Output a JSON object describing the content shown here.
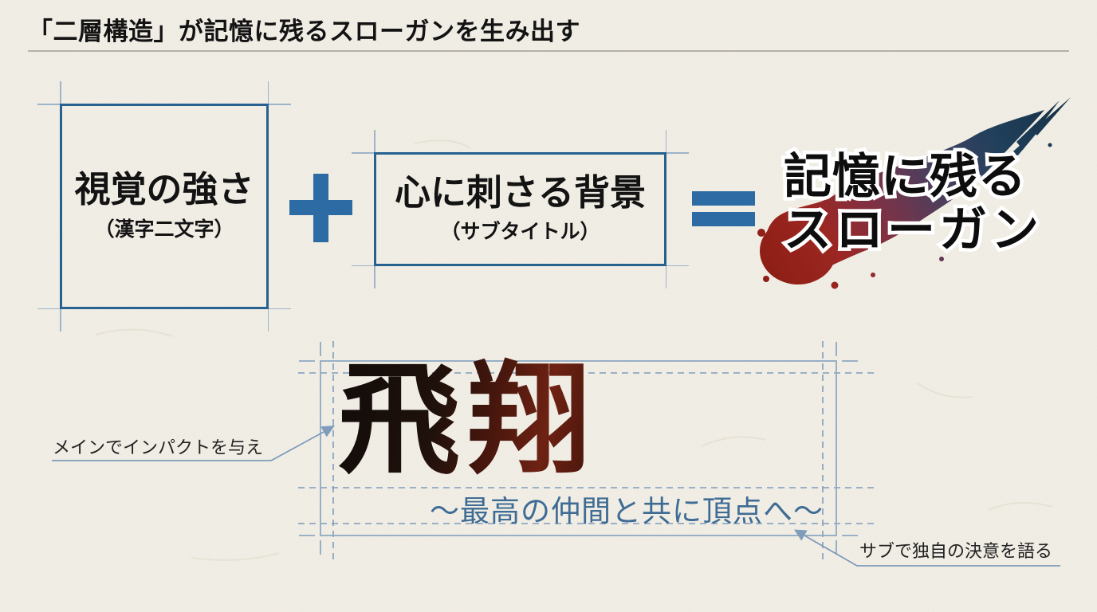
{
  "slide": {
    "title": "「二層構造」が記憶に残るスローガンを生み出す"
  },
  "formula": {
    "left_box": {
      "title": "視覚の強さ",
      "subtitle": "（漢字二文字）"
    },
    "operator_plus": "＋",
    "middle_box": {
      "title": "心に刺さる背景",
      "subtitle": "（サブタイトル）"
    },
    "operator_equals": "＝",
    "result": {
      "line1": "記憶に残る",
      "line2": "スローガン"
    }
  },
  "example": {
    "main_title": "飛翔",
    "subtitle": "〜最高の仲間と共に頂点へ〜"
  },
  "callouts": {
    "main": "メインでインパクトを与え",
    "sub": "サブで独自の決意を語る"
  },
  "icons": [
    {
      "name": "plus-icon",
      "meaning": "＋"
    },
    {
      "name": "equals-icon",
      "meaning": "＝"
    },
    {
      "name": "brush-stroke",
      "meaning": "ink brush swoosh from navy to crimson"
    },
    {
      "name": "callout-arrow",
      "meaning": "steel blue leader line with triangular arrowhead"
    }
  ],
  "colors": {
    "paper": "#f2efe7",
    "box_border": "#27618f",
    "guide_extension": "#9db4ca",
    "operator_blue": "#2d6ba4",
    "dashed_guide": "#7f9cbb",
    "example_frame": "#8fa9c2",
    "subtitle_blue": "#3f6c94",
    "brush_navy": "#173349",
    "brush_red": "#8e1f16",
    "kanji_black": "#140d0a",
    "kanji_red": "#6e2213",
    "title_rule": "#b5b1a7",
    "text_black": "#131313"
  }
}
